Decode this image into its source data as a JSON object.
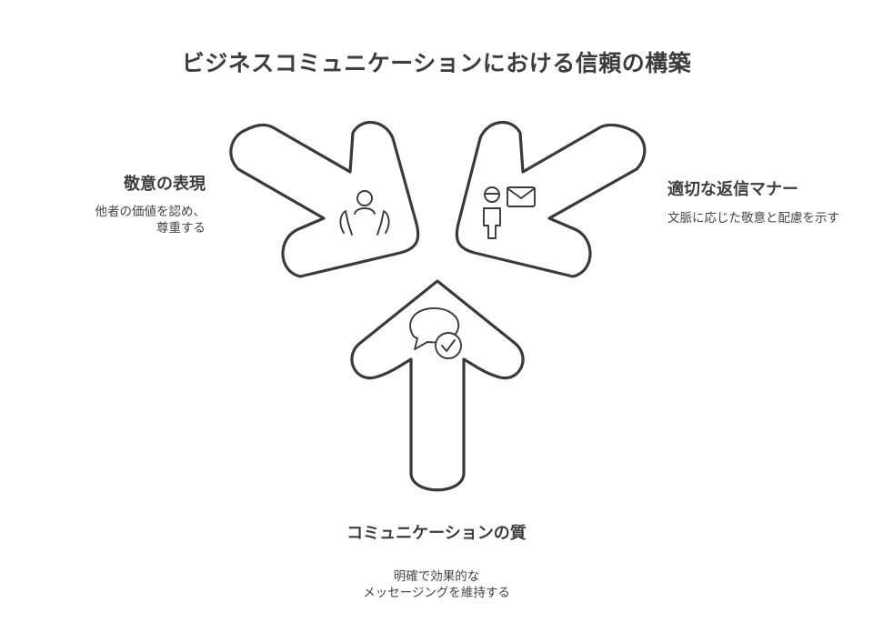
{
  "title": "ビジネスコミュニケーションにおける信頼の構築",
  "items": [
    {
      "heading": "敬意の表現",
      "desc_lines": [
        "他者の価値を認め、",
        "尊重する"
      ],
      "icon": "respect-hands-icon"
    },
    {
      "heading": "適切な返信マナー",
      "desc_lines": [
        "文脈に応じた敬意と配慮を示す"
      ],
      "icon": "person-mail-icon"
    },
    {
      "heading": "コミュニケーションの質",
      "desc_lines": [
        "明確で効果的な",
        "メッセージングを維持する"
      ],
      "icon": "chat-check-icon"
    }
  ],
  "colors": {
    "stroke": "#3a3a3a",
    "fill": "#ffffff",
    "text": "#3d3d3d"
  }
}
